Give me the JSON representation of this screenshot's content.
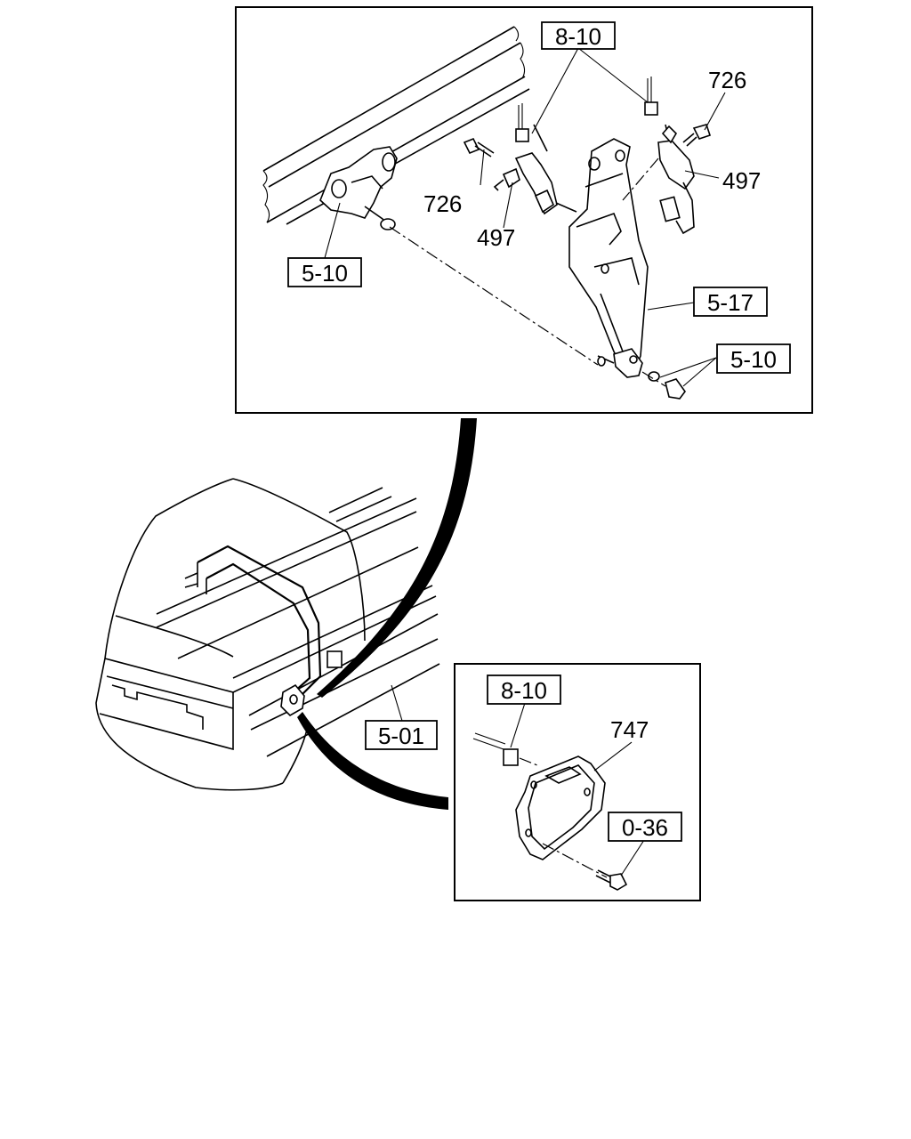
{
  "callouts": {
    "top_ref_8_10": "8-10",
    "top_726_right": "726",
    "top_726_left": "726",
    "top_497_right": "497",
    "top_497_left": "497",
    "top_ref_5_10_left": "5-10",
    "top_ref_5_17": "5-17",
    "top_ref_5_10_right": "5-10",
    "main_ref_5_01": "5-01",
    "bottom_ref_8_10": "8-10",
    "bottom_747": "747",
    "bottom_ref_0_36": "0-36"
  },
  "colors": {
    "line": "#000000",
    "background": "#ffffff"
  }
}
